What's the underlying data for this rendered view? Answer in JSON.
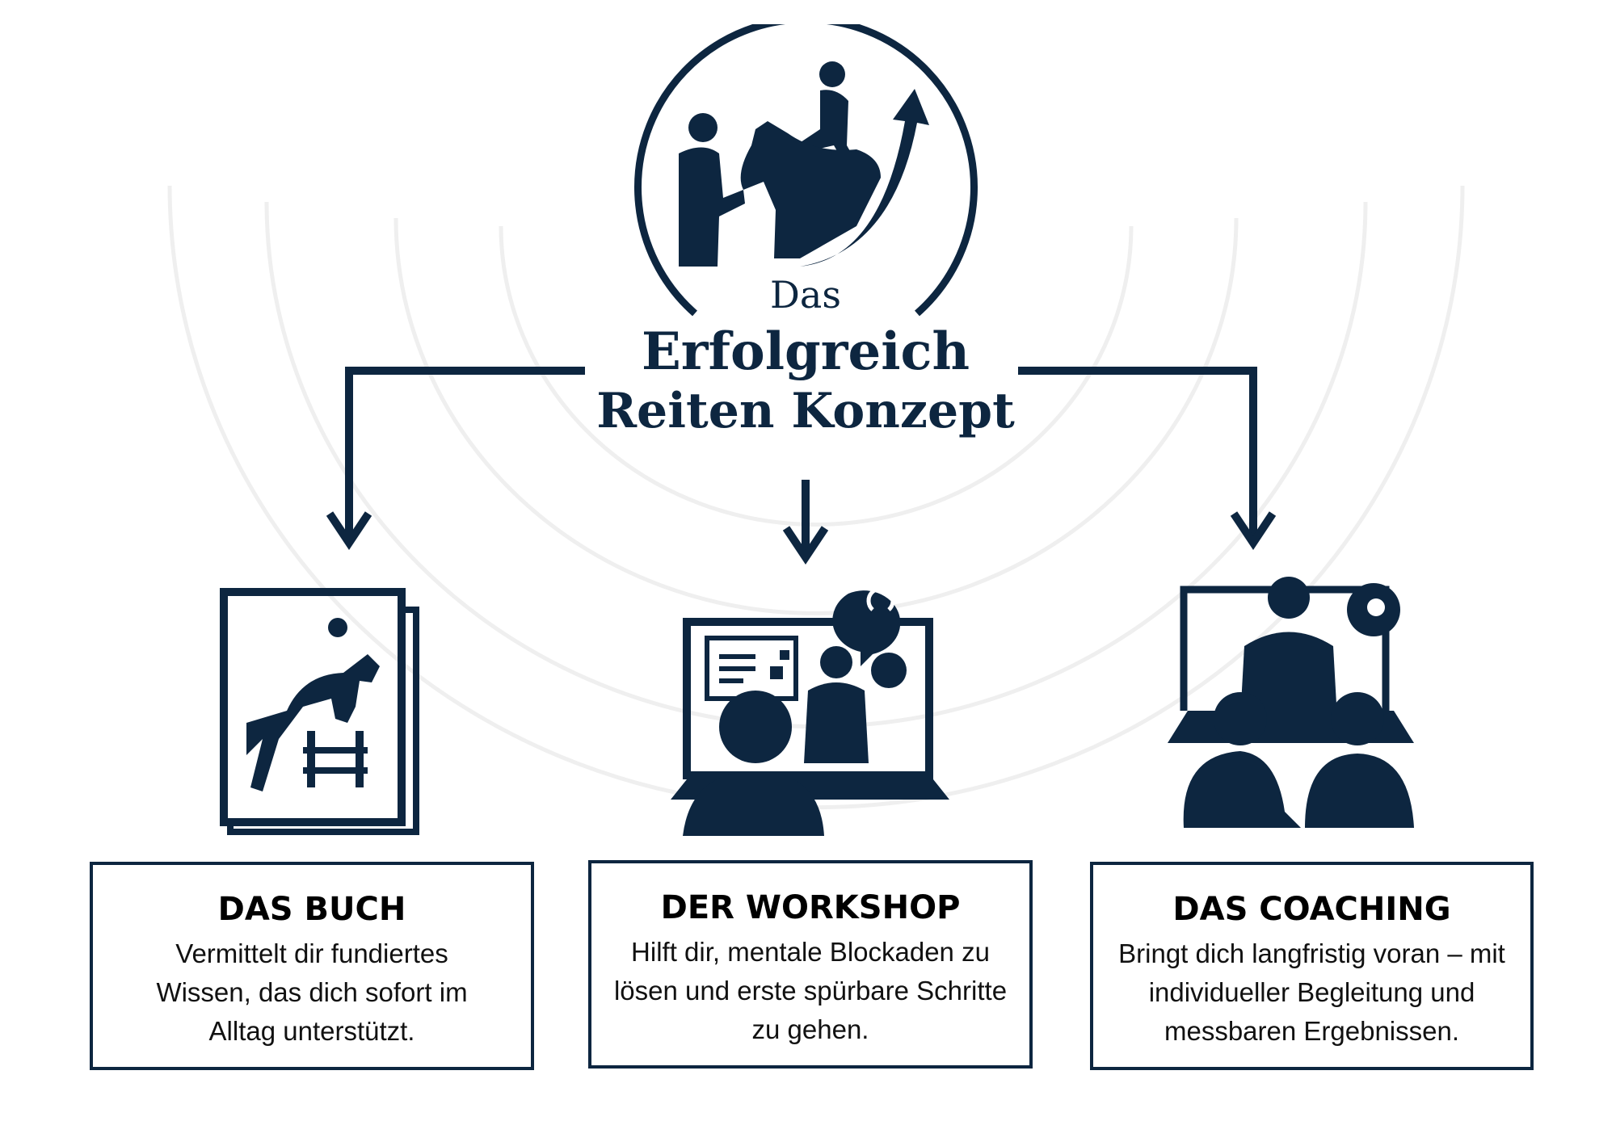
{
  "logo": {
    "line1": "Das",
    "line2": "Erfolgreich",
    "line3": "Reiten Konzept"
  },
  "cards": [
    {
      "title": "DAS BUCH",
      "text": "Vermittelt dir fundiertes Wissen, das dich sofort im Alltag unterstützt.",
      "icon": "book-horse-icon"
    },
    {
      "title": "DER WORKSHOP",
      "text": "Hilft dir, mentale Blockaden zu lösen und erste spürbare Schritte zu gehen.",
      "icon": "laptop-workshop-icon"
    },
    {
      "title": "DAS COACHING",
      "text": "Bringt dich langfristig voran – mit individueller Begleitung und messbaren Ergebnissen.",
      "icon": "coaching-icon"
    }
  ],
  "colors": {
    "navy": "#0d2640",
    "arc": "#eeeeee"
  }
}
